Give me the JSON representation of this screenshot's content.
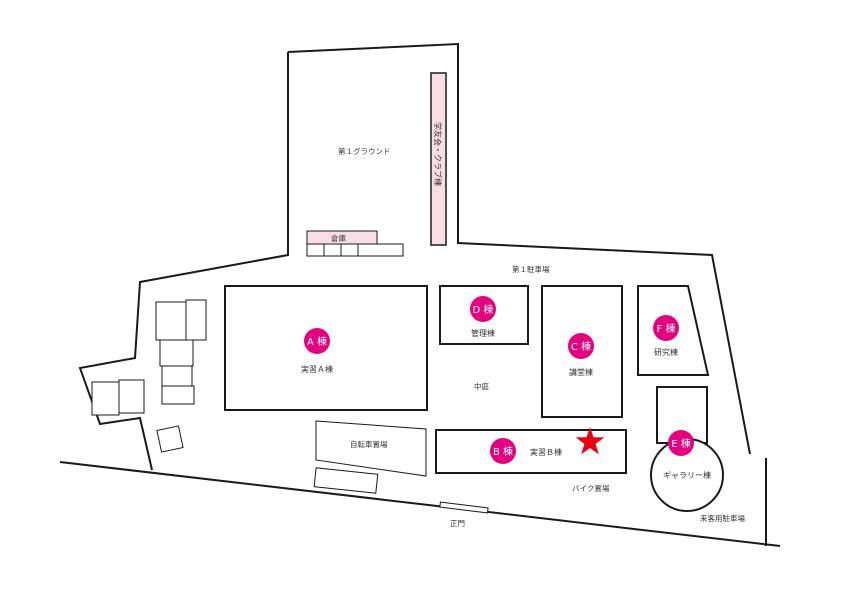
{
  "colors": {
    "badge": "#e4007f",
    "marker": "#e60012",
    "pink_fill": "#f9dde5",
    "outline": "#1a1a1a",
    "label": "#333333"
  },
  "areas": {
    "ground": "第１グラウンド",
    "club_building": "学友会・クラブ棟",
    "warehouse": "倉庫",
    "parking1": "第１駐車場",
    "courtyard": "中庭",
    "bicycle": "自転車置場",
    "bike": "バイク置場",
    "main_gate": "正門",
    "visitor_parking": "来客用駐車場"
  },
  "buildings": {
    "a": {
      "badge": "A 棟",
      "name": "実習Ａ棟"
    },
    "b": {
      "badge": "B 棟",
      "name": "実習Ｂ棟"
    },
    "c": {
      "badge": "C 棟",
      "name": "講堂棟"
    },
    "d": {
      "badge": "D 棟",
      "name": "管理棟"
    },
    "e": {
      "badge": "E 棟",
      "name": "ギャラリー棟"
    },
    "f": {
      "badge": "F 棟",
      "name": "研究棟"
    }
  },
  "marker_icon": "star-icon"
}
